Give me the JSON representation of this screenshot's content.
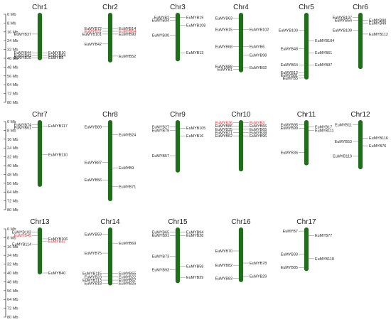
{
  "colors": {
    "chromosome": "#1f6e1a",
    "label": "#222222",
    "highlight": "#e8262b",
    "leader": "#777777",
    "axis": "#333333"
  },
  "axis": {
    "ticks": [
      "0 Mb",
      "8 Mb",
      "16 Mb",
      "24 Mb",
      "32 Mb",
      "40 Mb",
      "48 Mb",
      "56 Mb",
      "64 Mb",
      "72 Mb",
      "80 Mb"
    ],
    "tick_values": [
      0,
      8,
      16,
      24,
      32,
      40,
      48,
      56,
      64,
      72,
      80
    ]
  },
  "chromosomes": [
    {
      "name": "Chr1",
      "length_mb": 40.5,
      "left": [
        {
          "gene": "EuMYB37",
          "pos": 18
        },
        {
          "gene": "EuMYB44",
          "pos": 35
        },
        {
          "gene": "EuMYB43",
          "pos": 37.5
        },
        {
          "gene": "EuMYB20",
          "pos": 39.5
        }
      ],
      "right": [
        {
          "gene": "EuMYB10",
          "pos": 35
        },
        {
          "gene": "EuMYB84",
          "pos": 37.5
        },
        {
          "gene": "EuMYB8",
          "pos": 39.5
        }
      ]
    },
    {
      "name": "Chr2",
      "length_mb": 42.5,
      "left": [
        {
          "gene": "EuMYB72",
          "pos": 13
        },
        {
          "gene": "EuMYB31",
          "pos": 15.5,
          "highlight": true
        },
        {
          "gene": "EuMYB101",
          "pos": 18
        },
        {
          "gene": "EuMYB42",
          "pos": 27
        }
      ],
      "right": [
        {
          "gene": "EuMYB14",
          "pos": 13
        },
        {
          "gene": "EuMYB54",
          "pos": 15.5,
          "highlight": true
        },
        {
          "gene": "EuMYB90",
          "pos": 18
        },
        {
          "gene": "EuMYB52",
          "pos": 38
        }
      ]
    },
    {
      "name": "Chr3",
      "length_mb": 41.5,
      "left": [
        {
          "gene": "EuMYB2",
          "pos": 3
        },
        {
          "gene": "EuMYB34",
          "pos": 5.5
        },
        {
          "gene": "EuMYB30",
          "pos": 19
        }
      ],
      "right": [
        {
          "gene": "EuMYB19",
          "pos": 3
        },
        {
          "gene": "EuMYB108",
          "pos": 10
        },
        {
          "gene": "EuMYB13",
          "pos": 35
        }
      ]
    },
    {
      "name": "Chr4",
      "length_mb": 51.5,
      "left": [
        {
          "gene": "EuMYB63",
          "pos": 3.5
        },
        {
          "gene": "EuMYB15",
          "pos": 14
        },
        {
          "gene": "EuMYB68",
          "pos": 29.5
        },
        {
          "gene": "EuMYB88",
          "pos": 47.5
        },
        {
          "gene": "EuMYB1",
          "pos": 50
        }
      ],
      "right": [
        {
          "gene": "EuMYB102",
          "pos": 14
        },
        {
          "gene": "EuMYB6",
          "pos": 29.5
        },
        {
          "gene": "EuMYB98",
          "pos": 37
        },
        {
          "gene": "EuMYB92",
          "pos": 48.5
        }
      ]
    },
    {
      "name": "Chr5",
      "length_mb": 58,
      "left": [
        {
          "gene": "EuMYB100",
          "pos": 14.5
        },
        {
          "gene": "EuMYB48",
          "pos": 31.5
        },
        {
          "gene": "EuMYB64",
          "pos": 46
        },
        {
          "gene": "EuMYB12",
          "pos": 53
        },
        {
          "gene": "EuMYB81",
          "pos": 55.5
        },
        {
          "gene": "EuMYB5",
          "pos": 58
        }
      ],
      "right": [
        {
          "gene": "EuMYB104",
          "pos": 24
        },
        {
          "gene": "EuMYB51",
          "pos": 35
        },
        {
          "gene": "EuMYB97",
          "pos": 46
        }
      ]
    },
    {
      "name": "Chr6",
      "length_mb": 48.5,
      "left": [
        {
          "gene": "EuMYB107",
          "pos": 3
        },
        {
          "gene": "EuMYB54",
          "pos": 5.5
        },
        {
          "gene": "EuMYB109",
          "pos": 14.5
        }
      ],
      "right": [
        {
          "gene": "EuMYB80",
          "pos": 5.5
        },
        {
          "gene": "EuMYB49",
          "pos": 8
        },
        {
          "gene": "EuMYB112",
          "pos": 18
        }
      ]
    },
    {
      "name": "Chr7",
      "length_mb": 58,
      "left": [
        {
          "gene": "EuMYB74",
          "pos": 3
        },
        {
          "gene": "EuMYB61",
          "pos": 5.5
        }
      ],
      "right": [
        {
          "gene": "EuMYB117",
          "pos": 4
        },
        {
          "gene": "EuMYB110",
          "pos": 30
        }
      ]
    },
    {
      "name": "Chr8",
      "length_mb": 71,
      "left": [
        {
          "gene": "EuMYB89",
          "pos": 5
        },
        {
          "gene": "EuMYB87",
          "pos": 37
        },
        {
          "gene": "EuMYB56",
          "pos": 53
        }
      ],
      "right": [
        {
          "gene": "EuMYB24",
          "pos": 12
        },
        {
          "gene": "EuMYB9",
          "pos": 42
        },
        {
          "gene": "EuMYB71",
          "pos": 59
        }
      ]
    },
    {
      "name": "Chr9",
      "length_mb": 45,
      "left": [
        {
          "gene": "EuMYB27",
          "pos": 5
        },
        {
          "gene": "EuMYB79",
          "pos": 8
        },
        {
          "gene": "EuMYB57",
          "pos": 31
        }
      ],
      "right": [
        {
          "gene": "EuMYB105",
          "pos": 6
        },
        {
          "gene": "EuMYB16",
          "pos": 13
        }
      ]
    },
    {
      "name": "Chr10",
      "length_mb": 44,
      "left": [
        {
          "gene": "EuMYB26",
          "pos": 1,
          "highlight": true
        },
        {
          "gene": "EuMYB86",
          "pos": 4
        },
        {
          "gene": "EuMYB35",
          "pos": 7
        },
        {
          "gene": "EuMYB21",
          "pos": 10
        },
        {
          "gene": "EuMYB62",
          "pos": 13
        }
      ],
      "right": [
        {
          "gene": "EuMYB3",
          "pos": 1,
          "highlight": true
        },
        {
          "gene": "EuMYB66",
          "pos": 4
        },
        {
          "gene": "EuMYB65",
          "pos": 7
        },
        {
          "gene": "EuMYB38",
          "pos": 10
        },
        {
          "gene": "EuMYB96",
          "pos": 13
        }
      ]
    },
    {
      "name": "Chr11",
      "length_mb": 38.5,
      "left": [
        {
          "gene": "EuMYB95",
          "pos": 3
        },
        {
          "gene": "EuMYB99",
          "pos": 6
        },
        {
          "gene": "EuMYB36",
          "pos": 28
        }
      ],
      "right": [
        {
          "gene": "EuMYB17",
          "pos": 5
        },
        {
          "gene": "EuMYB111",
          "pos": 8
        }
      ]
    },
    {
      "name": "Chr12",
      "length_mb": 42,
      "left": [
        {
          "gene": "EuMYB11",
          "pos": 3
        },
        {
          "gene": "EuMYB53",
          "pos": 18
        },
        {
          "gene": "EuMYB119",
          "pos": 31.5
        }
      ],
      "right": [
        {
          "gene": "EuMYB116",
          "pos": 15
        },
        {
          "gene": "EuMYB76",
          "pos": 22
        }
      ]
    },
    {
      "name": "Chr13",
      "length_mb": 40,
      "left": [
        {
          "gene": "EuMYB103",
          "pos": 3
        },
        {
          "gene": "EuMYB45",
          "pos": 6,
          "highlight": true
        },
        {
          "gene": "EuMYB114",
          "pos": 14
        }
      ],
      "right": [
        {
          "gene": "EuMYB106",
          "pos": 9
        },
        {
          "gene": "EuMYB47",
          "pos": 11.5,
          "highlight": true
        },
        {
          "gene": "EuMYB40",
          "pos": 40
        }
      ]
    },
    {
      "name": "Chr14",
      "length_mb": 50,
      "left": [
        {
          "gene": "EuMYB59",
          "pos": 5
        },
        {
          "gene": "EuMYB75",
          "pos": 22
        },
        {
          "gene": "EuMYB115",
          "pos": 40.5
        },
        {
          "gene": "EuMYB23",
          "pos": 43.5
        },
        {
          "gene": "EuMYB113",
          "pos": 46.5
        },
        {
          "gene": "EuMYB18",
          "pos": 49.5
        }
      ],
      "right": [
        {
          "gene": "EuMYB69",
          "pos": 13
        },
        {
          "gene": "EuMYB55",
          "pos": 40.5
        },
        {
          "gene": "EuMYB22",
          "pos": 43.5
        },
        {
          "gene": "EuMYB67",
          "pos": 46.5
        },
        {
          "gene": "EuMYB25",
          "pos": 49.5
        }
      ]
    },
    {
      "name": "Chr15",
      "length_mb": 48,
      "left": [
        {
          "gene": "EuMYB65",
          "pos": 3
        },
        {
          "gene": "EuMYB91",
          "pos": 6
        },
        {
          "gene": "EuMYB73",
          "pos": 25
        },
        {
          "gene": "EuMYB93",
          "pos": 37
        }
      ],
      "right": [
        {
          "gene": "EuMYB94",
          "pos": 3
        },
        {
          "gene": "EuMYB28",
          "pos": 6
        },
        {
          "gene": "EuMYB58",
          "pos": 34
        },
        {
          "gene": "EuMYB39",
          "pos": 44
        }
      ]
    },
    {
      "name": "Chr16",
      "length_mb": 47,
      "left": [
        {
          "gene": "EuMYB70",
          "pos": 20
        },
        {
          "gene": "EuMYB82",
          "pos": 33
        },
        {
          "gene": "EuMYB83",
          "pos": 45
        }
      ],
      "right": [
        {
          "gene": "EuMYB78",
          "pos": 31
        },
        {
          "gene": "EuMYB29",
          "pos": 43
        }
      ]
    },
    {
      "name": "Chr17",
      "length_mb": 37,
      "left": [
        {
          "gene": "EuMYB7",
          "pos": 2
        },
        {
          "gene": "EuMYB33",
          "pos": 23
        },
        {
          "gene": "EuMYB85",
          "pos": 35
        }
      ],
      "right": [
        {
          "gene": "EuMYB77",
          "pos": 6
        },
        {
          "gene": "EuMYB118",
          "pos": 27
        }
      ]
    }
  ]
}
